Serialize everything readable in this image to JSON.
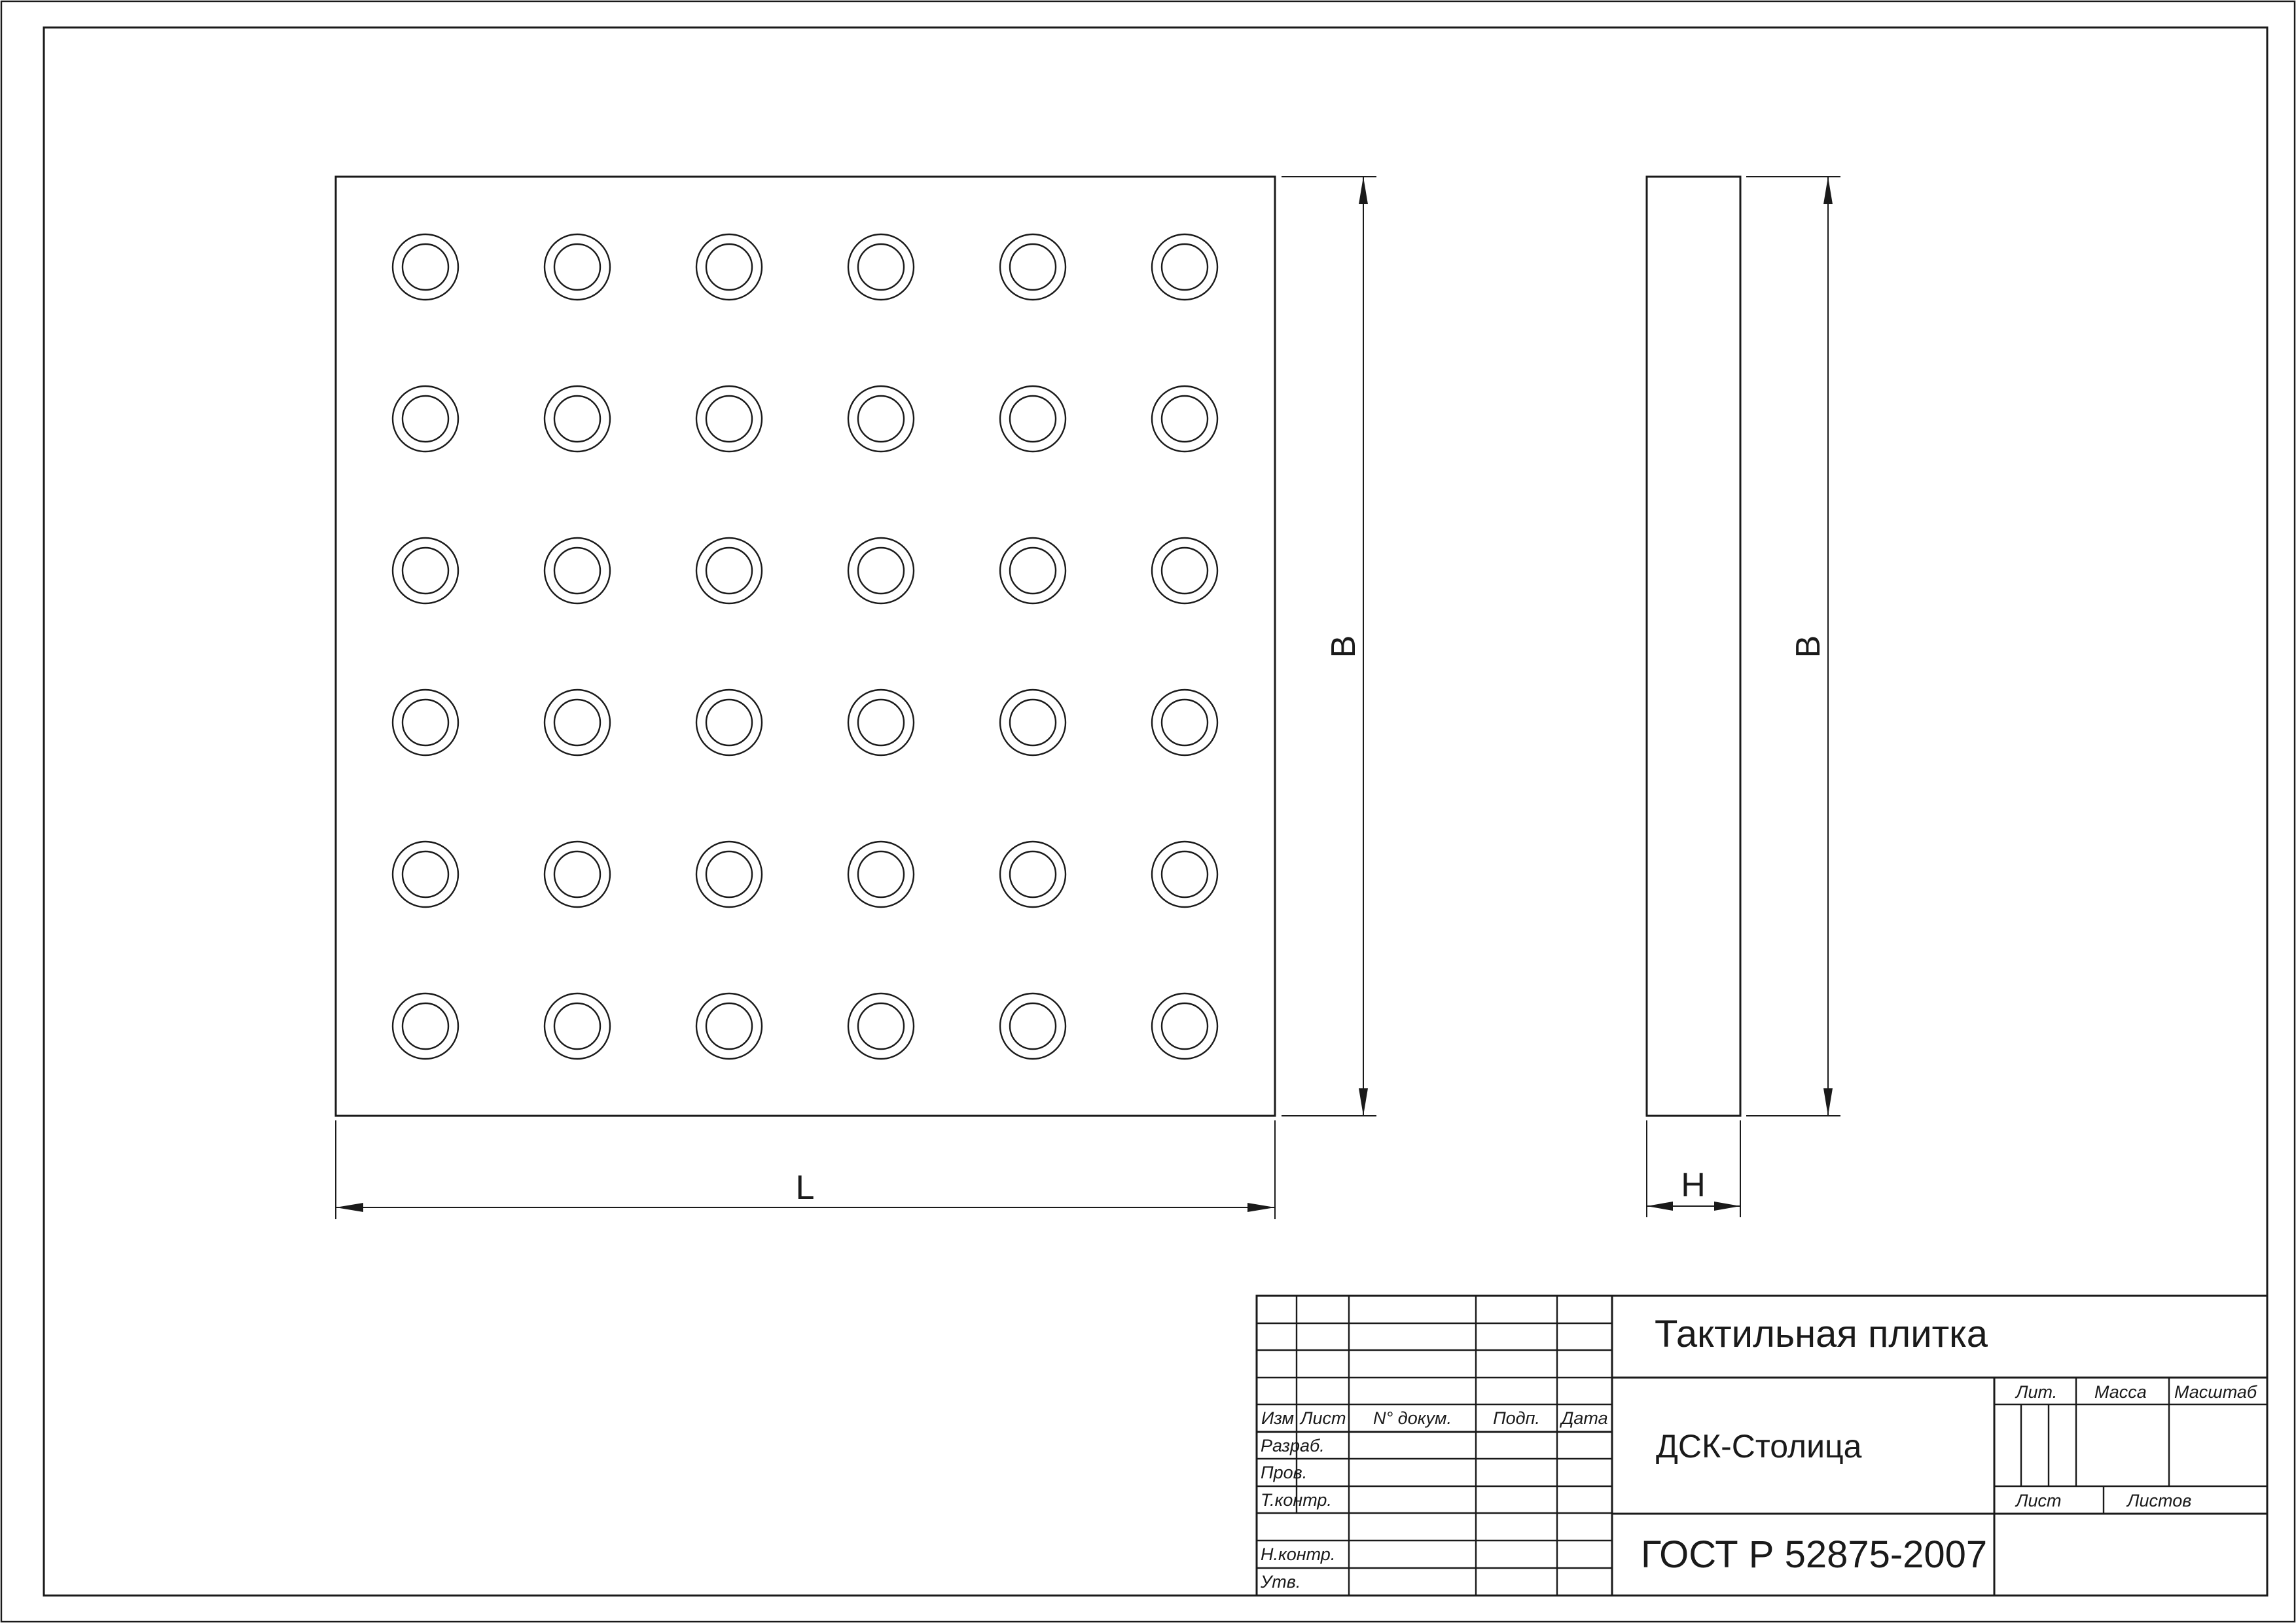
{
  "dimensions": {
    "length_label": "L",
    "width_label_front": "B",
    "width_label_side": "B",
    "height_label": "H"
  },
  "studs": {
    "rows": 6,
    "columns": 6
  },
  "title_block": {
    "title": "Тактильная плитка",
    "organization": "ДСК-Столица",
    "document": "ГОСТ Р 52875-2007",
    "header_cols": [
      "Изм",
      "Лист",
      "N° докум.",
      "Подп.",
      "Дата"
    ],
    "roles": [
      "Разраб.",
      "Пров.",
      "Т.контр.",
      "",
      "Н.контр.",
      "Утв."
    ],
    "lit_label": "Лит.",
    "mass_label": "Масса",
    "scale_label": "Масштаб",
    "sheet_label": "Лист",
    "sheets_label": "Листов"
  }
}
